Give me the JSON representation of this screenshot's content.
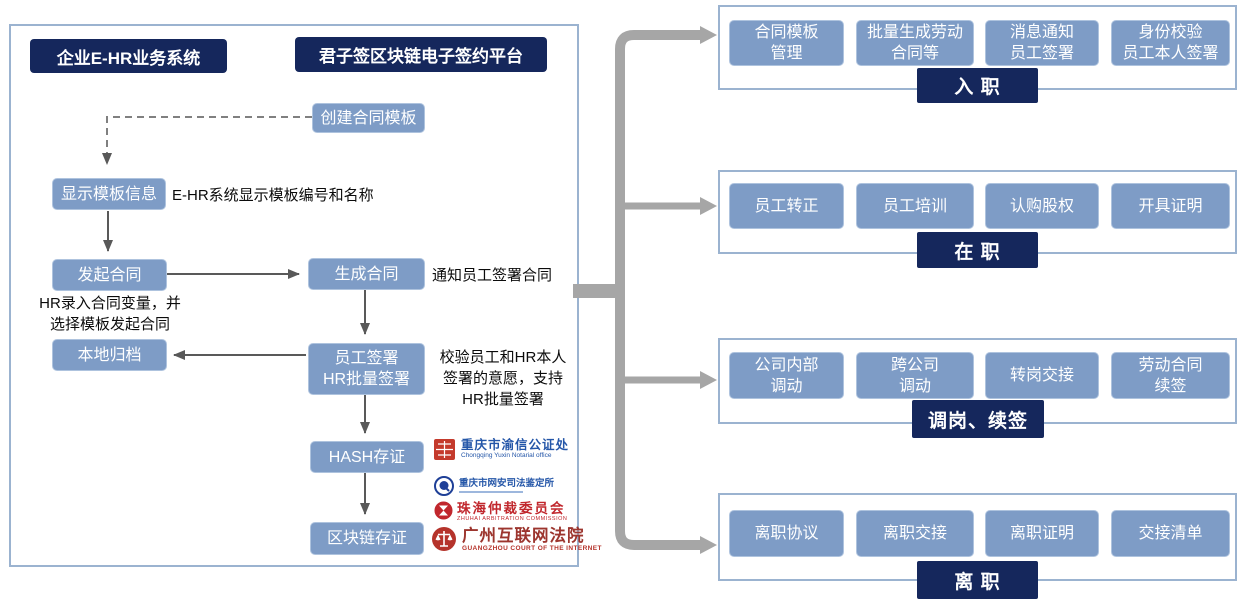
{
  "left_panel": {
    "title_left": "企业E-HR业务系统",
    "title_right": "君子签区块链电子签约平台",
    "nodes": {
      "create": "创建合同模板",
      "display": "显示模板信息",
      "initiate": "发起合同",
      "archive": "本地归档",
      "generate": "生成合同",
      "sign1": "员工签署",
      "sign2": "HR批量签署",
      "hash": "HASH存证",
      "chain": "区块链存证"
    },
    "notes": {
      "display_note": "E-HR系统显示模板编号和名称",
      "initiate_note1": "HR录入合同变量，并",
      "initiate_note2": "选择模板发起合同",
      "generate_note": "通知员工签署合同",
      "sign_note1": "校验员工和HR本人",
      "sign_note2": "签署的意愿，支持",
      "sign_note3": "HR批量签署"
    },
    "logos": [
      {
        "name": "重庆市渝信公证处",
        "sub": "Chongqing Yuxin Notarial office"
      },
      {
        "name": "重庆市网安司法鉴定所",
        "sub": ""
      },
      {
        "name": "珠海仲裁委员会",
        "sub": "ZHUHAI ARBITRATION COMMISSION"
      },
      {
        "name": "广州互联网法院",
        "sub": "GUANGZHOU COURT OF THE INTERNET"
      }
    ]
  },
  "groups": [
    {
      "label": "入 职",
      "items": [
        [
          "合同模板",
          "管理"
        ],
        [
          "批量生成劳动",
          "合同等"
        ],
        [
          "消息通知",
          "员工签署"
        ],
        [
          "身份校验",
          "员工本人签署"
        ]
      ]
    },
    {
      "label": "在 职",
      "items": [
        [
          "员工转正"
        ],
        [
          "员工培训"
        ],
        [
          "认购股权"
        ],
        [
          "开具证明"
        ]
      ]
    },
    {
      "label": "调岗、续签",
      "items": [
        [
          "公司内部",
          "调动"
        ],
        [
          "跨公司",
          "调动"
        ],
        [
          "转岗交接"
        ],
        [
          "劳动合同",
          "续签"
        ]
      ]
    },
    {
      "label": "离 职",
      "items": [
        [
          "离职协议"
        ],
        [
          "离职交接"
        ],
        [
          "离职证明"
        ],
        [
          "交接清单"
        ]
      ]
    }
  ],
  "colors": {
    "node_blue": "#7e9cc6",
    "navy": "#15275c",
    "connector_gray": "#a6a6a6",
    "arrow_gray": "#595959",
    "logo_blue": "#2456a8",
    "logo_red": "#c1272d"
  }
}
